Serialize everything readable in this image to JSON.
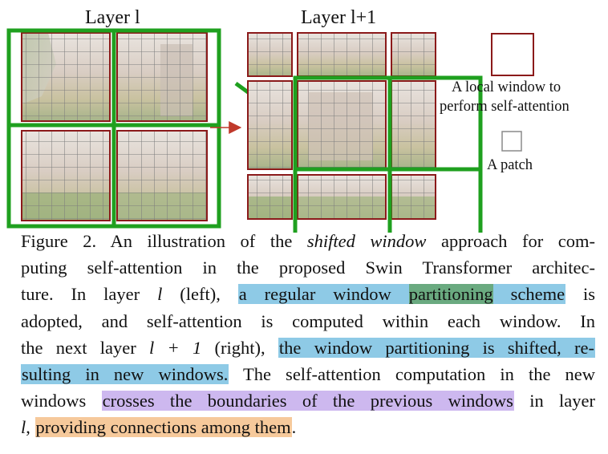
{
  "figure": {
    "layer_l_label": "Layer l",
    "layer_l1_label": "Layer l+1",
    "legend_window_label_1": "A local window to",
    "legend_window_label_2": "perform self-attention",
    "legend_patch_label": "A patch",
    "colors": {
      "window_border": "#8b1a1a",
      "green_overlay": "#1fa01f",
      "arrow_red": "#c0392b"
    }
  },
  "caption": {
    "line1_prefix": "Figure 2. An illustration of the ",
    "line1_italic": "shifted window",
    "line1_suffix": " approach for com-",
    "line2": "puting self-attention in the proposed Swin Transformer architec-",
    "line3_prefix": "ture.  In layer ",
    "line3_var": "l",
    "line3_mid": " (left), ",
    "line3_hl1": "a regular window ",
    "line3_hl2": "partitioning",
    "line3_hl3": " scheme",
    "line3_suffix": " is",
    "line4": "adopted, and self-attention is computed within each window.  In",
    "line5_prefix": "the next layer ",
    "line5_var": "l + 1",
    "line5_mid": " (right), ",
    "line5_hl": "the window partitioning is shifted, re-",
    "line6_hl": "sulting in new windows.",
    "line6_suffix": " The self-attention computation in the new",
    "line7_prefix": "windows ",
    "line7_hl": "crosses the boundaries of the previous windows",
    "line7_suffix": " in layer",
    "line8_var": "l",
    "line8_comma": ", ",
    "line8_hl": "providing connections among them",
    "line8_suffix": "."
  }
}
